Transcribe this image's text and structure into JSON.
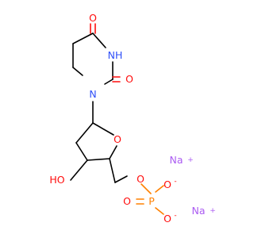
{
  "molecule": {
    "atoms": {
      "carbonyl_top": "O",
      "imide_nh": "NH",
      "carbonyl_right": "O",
      "ring_n": "N",
      "ring_o": "O",
      "hydroxyl": "HO",
      "ester_o": "O",
      "phosphorus": "P",
      "oxo": "O",
      "phos_o_top": "O",
      "phos_o_bottom": "O",
      "phos_o_top_charge": "-",
      "phos_o_bottom_charge": "-"
    },
    "counterions": [
      {
        "symbol": "Na",
        "charge": "+"
      },
      {
        "symbol": "Na",
        "charge": "+"
      }
    ]
  },
  "colors": {
    "carbon_bond": "#000000",
    "nitrogen": "#3050F8",
    "oxygen": "#FF0D0D",
    "phosphorus": "#FF8000",
    "sodium": "#AB5CF2"
  }
}
